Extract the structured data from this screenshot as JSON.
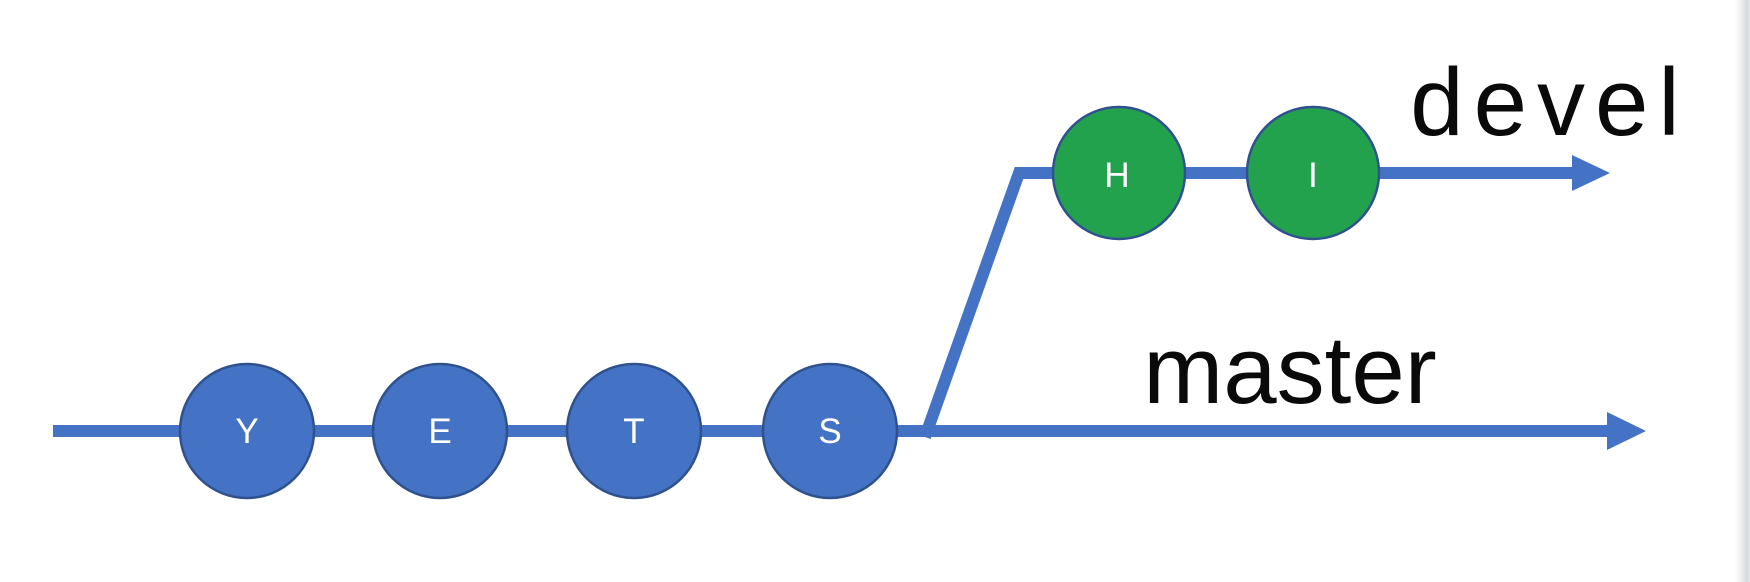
{
  "colors": {
    "branch_line": "#4472C4",
    "commit_blue_fill": "#4472C4",
    "commit_green_fill": "#23A24E",
    "commit_border": "#2F528F",
    "commit_letter": "#FFFFFF",
    "label_text": "#0A0A0A"
  },
  "branches": {
    "master": {
      "label": "master",
      "commits": [
        {
          "label": "Y"
        },
        {
          "label": "E"
        },
        {
          "label": "T"
        },
        {
          "label": "S"
        }
      ]
    },
    "devel": {
      "label": "devel",
      "commits": [
        {
          "label": "H"
        },
        {
          "label": "I"
        }
      ]
    }
  }
}
